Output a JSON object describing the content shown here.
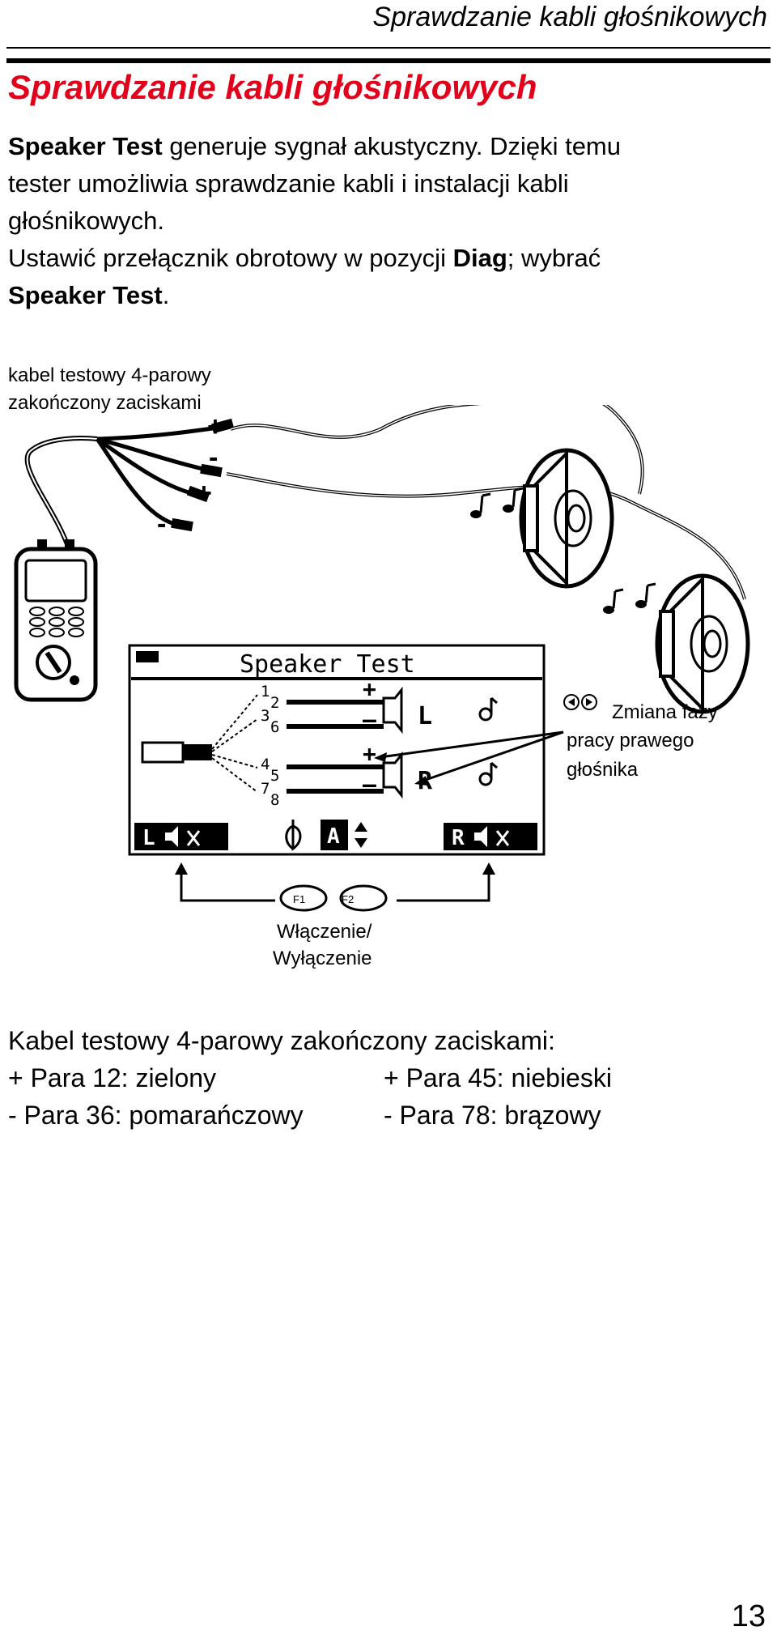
{
  "header": {
    "running_title": "Sprawdzanie kabli głośnikowych"
  },
  "section": {
    "title": "Sprawdzanie kabli głośnikowych"
  },
  "intro": {
    "p1_bold": "Speaker Test",
    "p1_text_line1": " generuje sygnał akustyczny. Dzięki temu",
    "p1_line2": "tester umożliwia sprawdzanie kabli i instalacji kabli",
    "p1_line3": "głośnikowych.",
    "p2_text1": "Ustawić przełącznik obrotowy w pozycji ",
    "p2_bold1": "Diag",
    "p2_text2": "; wybrać",
    "p2_bold2": "Speaker Test",
    "p2_end": "."
  },
  "figure": {
    "cable_label_line1": "kabel testowy 4-parowy",
    "cable_label_line2": "zakończony zaciskami",
    "clip_signs": [
      "+",
      "-",
      "+",
      "-"
    ],
    "lcd": {
      "title": "Speaker Test",
      "pins": [
        "1",
        "2",
        "3",
        "6",
        "4",
        "5",
        "7",
        "8"
      ],
      "plus": "+",
      "minus": "–",
      "left_key": "L",
      "right_key": "R",
      "mode": "A",
      "left_channel": "L",
      "right_channel": "R"
    },
    "phase_label_line1": "Zmiana fazy",
    "phase_label_line2": "pracy prawego",
    "phase_label_line3": "głośnika",
    "f1_label": "F1",
    "f2_label": "F2",
    "onoff_line1": "Włączenie/",
    "onoff_line2": "Wyłączenie"
  },
  "specs": {
    "heading": "Kabel testowy 4-parowy zakończony zaciskami:",
    "pair12": "+ Para 12: zielony",
    "pair45": "+ Para 45: niebieski",
    "pair36": "- Para 36: pomarańczowy",
    "pair78": "- Para 78: brązowy"
  },
  "footer": {
    "page_number": "13"
  },
  "colors": {
    "title_red": "#e3001b"
  }
}
